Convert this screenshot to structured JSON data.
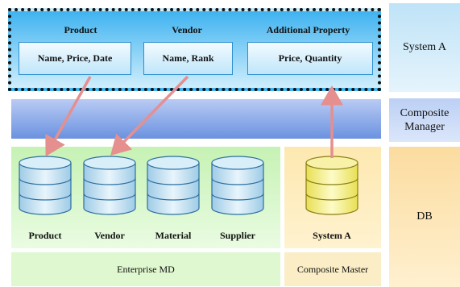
{
  "system_a_panel": {
    "columns": [
      {
        "title": "Product",
        "box": "Name, Price, Date"
      },
      {
        "title": "Vendor",
        "box": "Name, Rank"
      },
      {
        "title": "Additional Property",
        "box": "Price, Quantity"
      }
    ]
  },
  "side_labels": {
    "system_a": "System A",
    "composite_manager": "Composite\nManager",
    "db": "DB"
  },
  "databases": [
    {
      "label": "Product"
    },
    {
      "label": "Vendor"
    },
    {
      "label": "Material"
    },
    {
      "label": "Supplier"
    },
    {
      "label": "System A"
    }
  ],
  "footers": {
    "enterprise_md": "Enterprise MD",
    "composite_master": "Composite Master"
  },
  "colors": {
    "arrow": "#e58f8f",
    "db_blue": "#c6e3f4",
    "db_yellow": "#f5f0a0",
    "panel_border": "#111111"
  }
}
